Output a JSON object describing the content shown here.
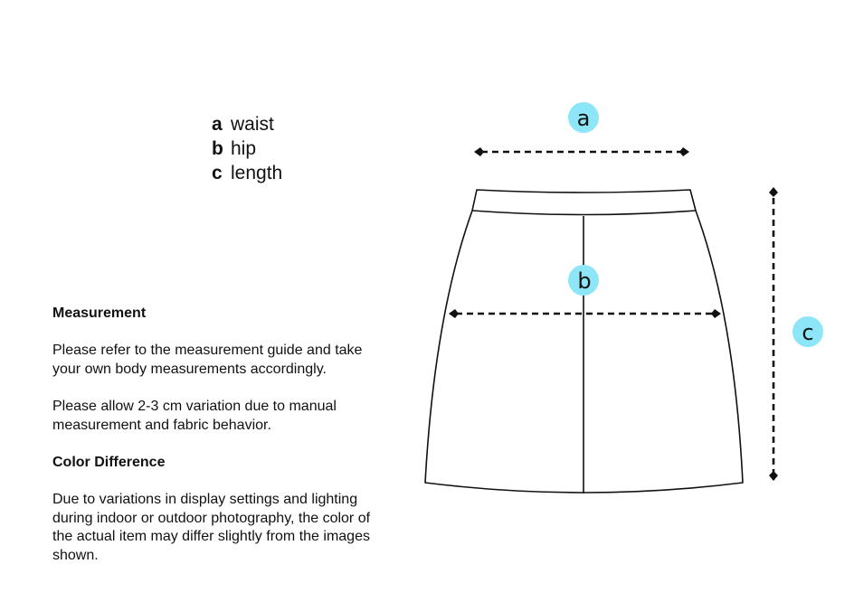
{
  "legend": {
    "items": [
      {
        "key": "a",
        "label": "waist"
      },
      {
        "key": "b",
        "label": "hip"
      },
      {
        "key": "c",
        "label": "length"
      }
    ]
  },
  "info": {
    "measurement": {
      "title": "Measurement",
      "paragraphs": [
        "Please refer to the measurement guide and take your own body measurements accordingly.",
        "Please allow 2-3 cm variation due to manual measurement and fabric behavior."
      ]
    },
    "color_difference": {
      "title": "Color Difference",
      "paragraphs": [
        "Due to variations in display settings and lighting during indoor or outdoor photography, the color of the actual item may differ slightly from the images shown."
      ]
    }
  },
  "diagram": {
    "garment": "skirt",
    "badge_color": "#8de6f7",
    "markers": [
      {
        "key": "a",
        "measure": "waist"
      },
      {
        "key": "b",
        "measure": "hip"
      },
      {
        "key": "c",
        "measure": "length"
      }
    ]
  }
}
